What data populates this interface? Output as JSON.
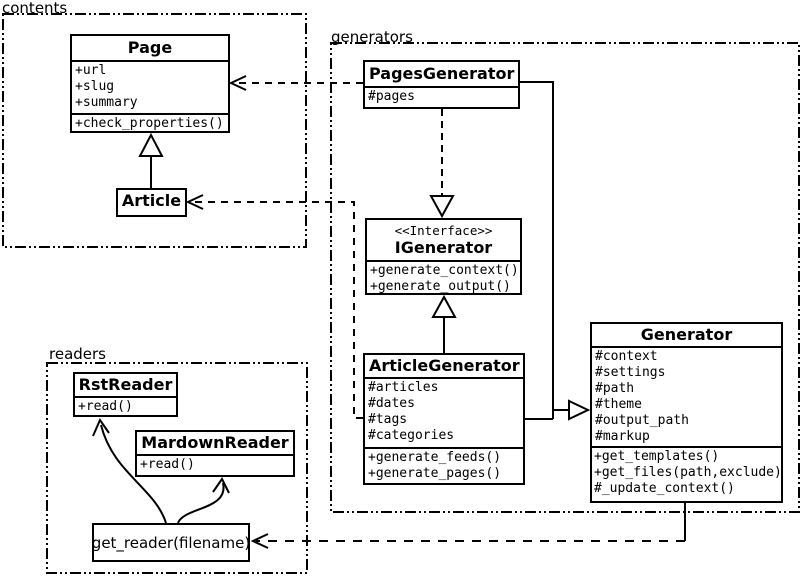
{
  "diagram_title": "UML class diagram",
  "colors": {
    "line": "#000000",
    "background": "#ffffff",
    "text": "#000000"
  },
  "packages": {
    "contents": {
      "label": "contents"
    },
    "generators": {
      "label": "generators"
    },
    "readers": {
      "label": "readers"
    }
  },
  "classes": {
    "page": {
      "title": "Page",
      "attrs": [
        "+url",
        "+slug",
        "+summary"
      ],
      "methods": [
        "+check_properties()"
      ]
    },
    "article": {
      "title": "Article"
    },
    "pages_generator": {
      "title": "PagesGenerator",
      "attrs": [
        "#pages"
      ]
    },
    "igenerator": {
      "stereotype": "<<Interface>>",
      "title": "IGenerator",
      "methods": [
        "+generate_context()",
        "+generate_output()"
      ]
    },
    "article_generator": {
      "title": "ArticleGenerator",
      "attrs": [
        "#articles",
        "#dates",
        "#tags",
        "#categories"
      ],
      "methods": [
        "+generate_feeds()",
        "+generate_pages()"
      ]
    },
    "generator": {
      "title": "Generator",
      "attrs": [
        "#context",
        "#settings",
        "#path",
        "#theme",
        "#output_path",
        "#markup"
      ],
      "methods": [
        "+get_templates()",
        "+get_files(path,exclude)",
        "#_update_context()"
      ]
    },
    "rst_reader": {
      "title": "RstReader",
      "methods": [
        "+read()"
      ]
    },
    "mardown_reader": {
      "title": "MardownReader",
      "methods": [
        "+read()"
      ]
    },
    "get_reader": {
      "label": "get_reader(filename)"
    }
  },
  "relations": {
    "article_extends_page": "Article --|> Page",
    "pagesgenerator_realizes_igenerator": "PagesGenerator ..|> IGenerator",
    "articlegenerator_extends_igenerator": "ArticleGenerator --|> IGenerator",
    "generators_extend_generator": "PagesGenerator / ArticleGenerator --|> Generator",
    "pagesgenerator_uses_page": "PagesGenerator ..> Page",
    "articlegenerator_uses_article": "ArticleGenerator ..> Article",
    "generator_uses_get_reader": "Generator ..> get_reader",
    "get_reader_to_rstreader": "get_reader -> RstReader",
    "get_reader_to_mardownreader": "get_reader -> MardownReader"
  }
}
